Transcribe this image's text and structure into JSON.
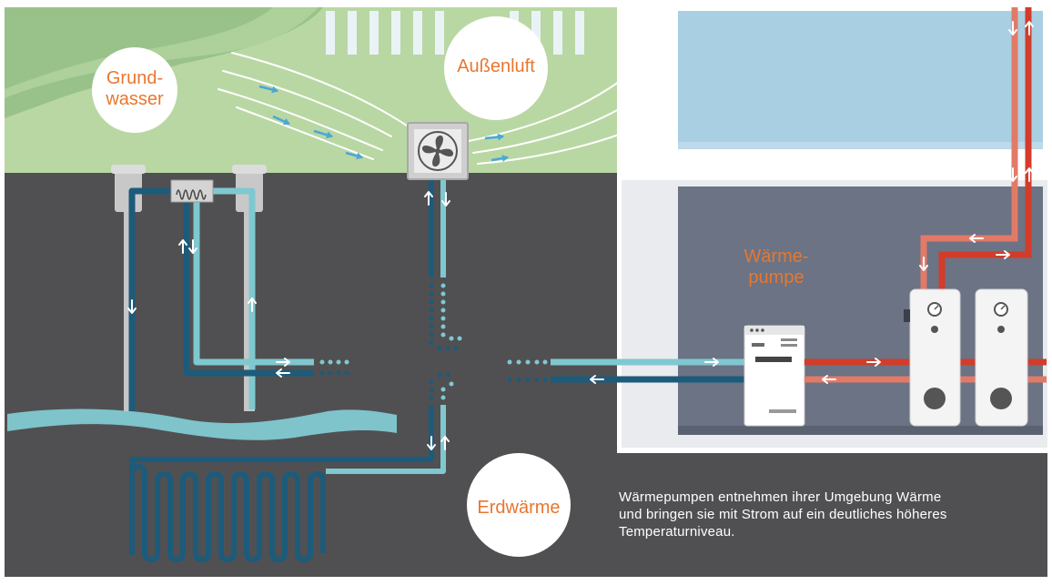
{
  "labels": {
    "grundwasser_line1": "Grund-",
    "grundwasser_line2": "wasser",
    "aussenluft": "Außenluft",
    "waermepumpe_line1": "Wärme-",
    "waermepumpe_line2": "pumpe",
    "erdwaerme": "Erdwärme"
  },
  "caption": {
    "line1": "Wärmepumpen entnehmen ihrer Umgebung Wärme",
    "line2": "und bringen sie mit Strom auf ein deutliches höheres",
    "line3": "Temperaturniveau."
  },
  "colors": {
    "ground": "#505052",
    "meadow": "#b9d7a3",
    "hill": "#99c28a",
    "water": "#7fc3cb",
    "pipe_cold": "#1d5b7a",
    "pipe_warm": "#7fc8d0",
    "heating_hot": "#d33c2a",
    "heating_return": "#e27a68",
    "label_orange": "#e8772e",
    "cellar_wall": "#6b7384",
    "sky_window": "#a9cfe3"
  },
  "icons": [
    "fan-icon",
    "heat-exchanger-icon",
    "gauge-icon",
    "flow-arrow-icon"
  ]
}
